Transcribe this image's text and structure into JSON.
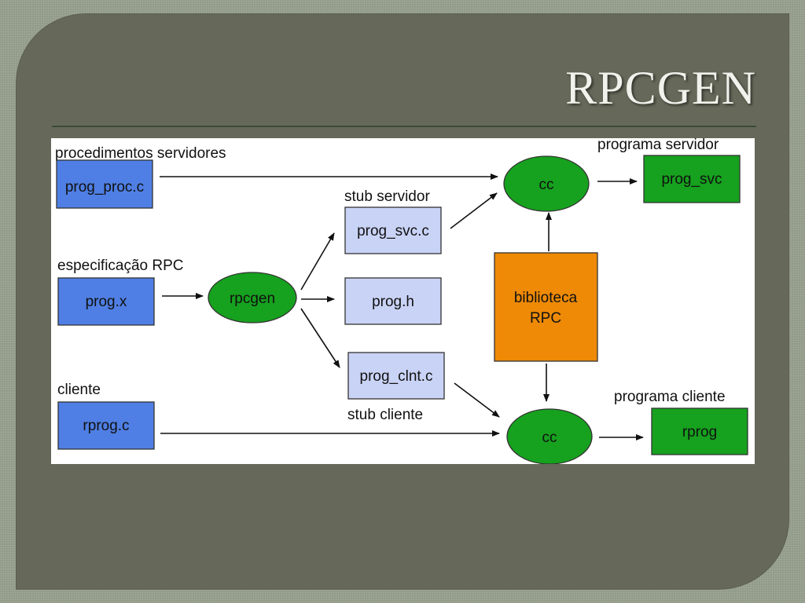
{
  "slide": {
    "title": "RPCGEN"
  },
  "diagram": {
    "labels": {
      "procedimentos_servidores": "procedimentos servidores",
      "especificacao_rpc": "especificação RPC",
      "cliente": "cliente",
      "stub_servidor": "stub servidor",
      "stub_cliente": "stub cliente",
      "programa_servidor": "programa servidor",
      "programa_cliente": "programa cliente"
    },
    "nodes": {
      "prog_proc_c": "prog_proc.c",
      "prog_x": "prog.x",
      "rprog_c": "rprog.c",
      "rpcgen": "rpcgen",
      "prog_svc_c": "prog_svc.c",
      "prog_h": "prog.h",
      "prog_clnt_c": "prog_clnt.c",
      "cc_top": "cc",
      "cc_bottom": "cc",
      "biblioteca_line1": "biblioteca",
      "biblioteca_line2": "RPC",
      "prog_svc": "prog_svc",
      "rprog": "rprog"
    },
    "colors": {
      "source_file": "#4f7fe4",
      "generated_file": "#c9d3f6",
      "tool": "#16a11e",
      "executable": "#16a11e",
      "library": "#ee8a06"
    }
  }
}
